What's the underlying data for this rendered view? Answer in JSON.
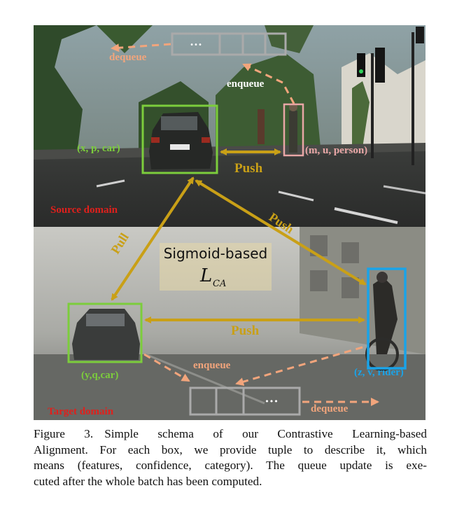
{
  "figure": {
    "source_domain": "Source domain",
    "target_domain": "Target domain",
    "source_box_car": "(x, p, car)",
    "source_box_person": "(m, u, person)",
    "target_box_car": "(y,q,car)",
    "target_box_rider": "(z, v, rider)",
    "push_top": "Push",
    "push_diag": "Push",
    "push_bottom": "Push",
    "pull": "Pull",
    "enqueue_top": "enqueue",
    "dequeue_top": "dequeue",
    "enqueue_bottom": "enqueue",
    "dequeue_bottom": "dequeue",
    "queue_dots": "•••",
    "loss_line1": "Sigmoid-based",
    "loss_symbol": "L",
    "loss_subscript": "CA",
    "colors": {
      "green": "#7ccd3c",
      "pink": "#e8a6a6",
      "blue": "#1aa3e8",
      "gold": "#c9a017",
      "peach": "#f2a57c",
      "red": "#e0201c",
      "queue_gray": "#aaaaaa"
    }
  },
  "caption": {
    "number": "Figure 3.",
    "line1": "Simple schema of our Contrastive Learning-based",
    "line2": "Alignment. For each box, we provide tuple to describe it, which",
    "line3": "means (features, confidence, category). The queue update is exe-",
    "line4": "cuted after the whole batch has been computed."
  }
}
